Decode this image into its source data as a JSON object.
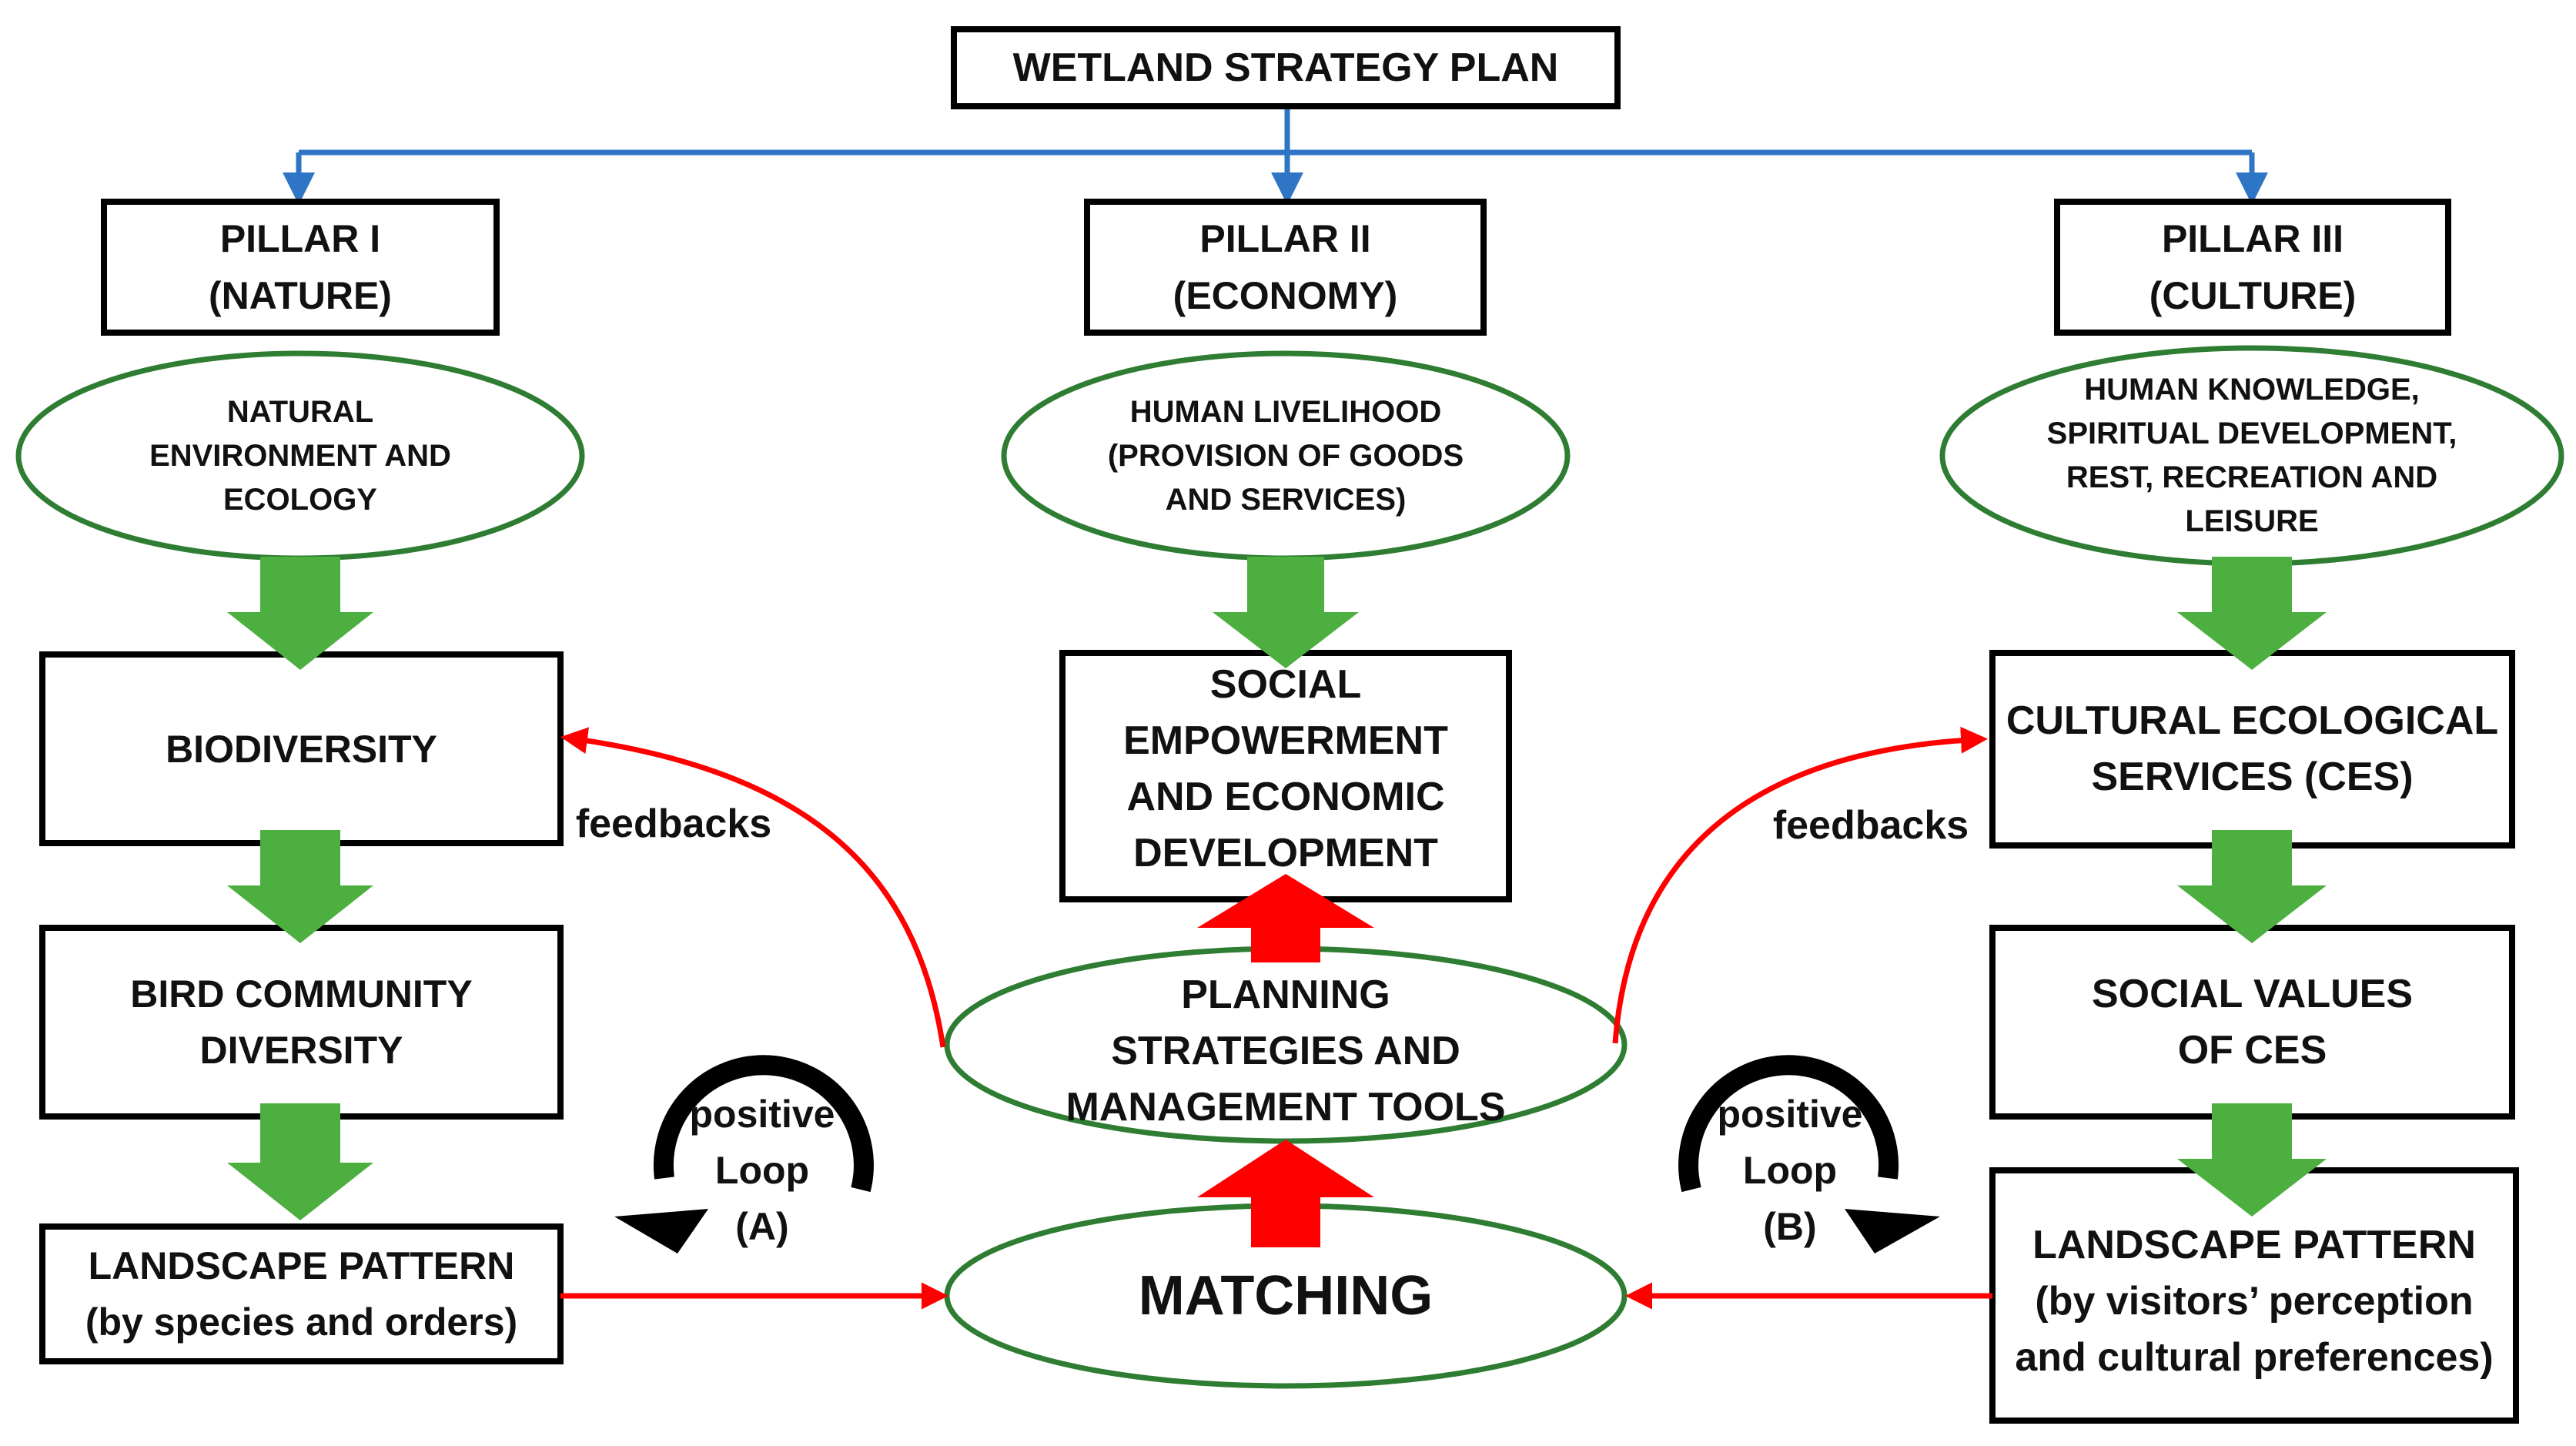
{
  "colors": {
    "flow_blue": "#2e75c6",
    "ellipse_green": "#2e7d32",
    "down_arrow_green": "#4caf3f",
    "feedback_red": "#ff0000",
    "loop_black": "#000000",
    "box_border": "#000000"
  },
  "title": "WETLAND STRATEGY PLAN",
  "pillars": [
    {
      "line1": "PILLAR I",
      "line2": "(NATURE)"
    },
    {
      "line1": "PILLAR II",
      "line2": "(ECONOMY)"
    },
    {
      "line1": "PILLAR III",
      "line2": "(CULTURE)"
    }
  ],
  "ellipses": {
    "nature": "NATURAL\nENVIRONMENT AND\nECOLOGY",
    "economy": "HUMAN LIVELIHOOD\n(PROVISION OF GOODS\nAND SERVICES)",
    "culture": "HUMAN KNOWLEDGE,\nSPIRITUAL DEVELOPMENT,\nREST, RECREATION AND\nLEISURE",
    "planning": "PLANNING\nSTRATEGIES AND\nMANAGEMENT TOOLS",
    "matching": "MATCHING"
  },
  "boxes": {
    "biodiversity": "BIODIVERSITY",
    "bird_community": "BIRD COMMUNITY\nDIVERSITY",
    "landscape_left": "LANDSCAPE PATTERN\n(by species and orders)",
    "social_empowerment": "SOCIAL\nEMPOWERMENT\nAND ECONOMIC\nDEVELOPMENT",
    "ces": "CULTURAL ECOLOGICAL\nSERVICES (CES)",
    "social_values": "SOCIAL VALUES\nOF CES",
    "landscape_right": "LANDSCAPE PATTERN\n(by visitors’ perception\nand cultural preferences)"
  },
  "feedbacks": {
    "left": "feedbacks",
    "right": "feedbacks"
  },
  "loops": {
    "left": "positive\nLoop\n(A)",
    "right": "positive\nLoop\n(B)"
  }
}
